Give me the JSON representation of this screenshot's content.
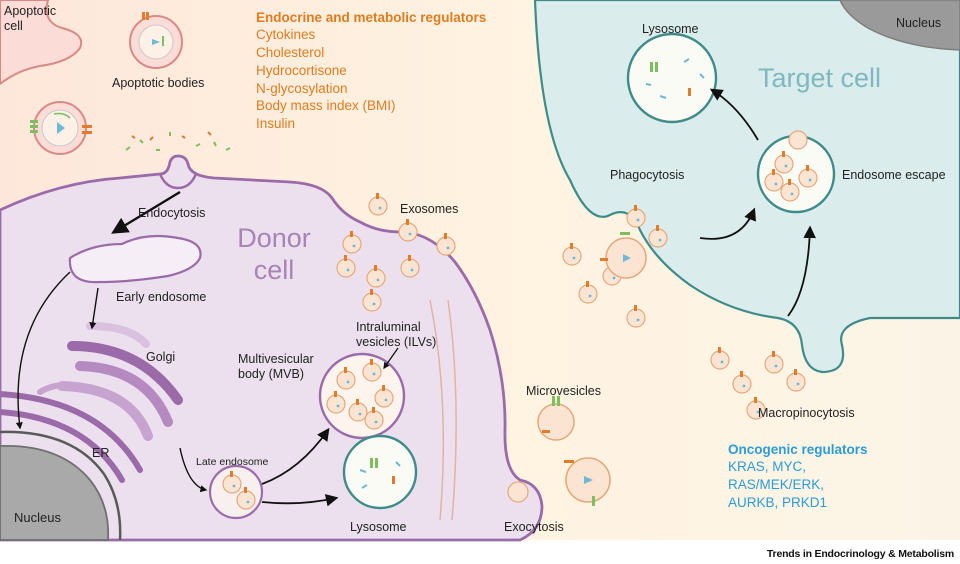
{
  "labels": {
    "apoptotic_cell": "Apoptotic\ncell",
    "apoptotic_bodies": "Apoptotic bodies",
    "endocytosis": "Endocytosis",
    "donor_cell": "Donor\ncell",
    "exosomes": "Exosomes",
    "early_endosome": "Early endosome",
    "golgi": "Golgi",
    "er": "ER",
    "nucleus_donor": "Nucleus",
    "late_endosome": "Late endosome",
    "mvb": "Multivesicular\nbody (MVB)",
    "ilvs": "Intraluminal\nvesicles (ILVs)",
    "lysosome_donor": "Lysosome",
    "microvesicles": "Microvesicles",
    "exocytosis": "Exocytosis",
    "target_cell": "Target cell",
    "nucleus_target": "Nucleus",
    "lysosome_target": "Lysosome",
    "phagocytosis": "Phagocytosis",
    "endosome_escape": "Endosome escape",
    "macropinocytosis": "Macropinocytosis"
  },
  "endocrine": {
    "title": "Endocrine and metabolic regulators",
    "items": [
      "Cytokines",
      "Cholesterol",
      "Hydrocortisone",
      "N-glycosylation",
      "Body mass index (BMI)",
      "Insulin"
    ]
  },
  "oncogenic": {
    "title": "Oncogenic regulators",
    "items": [
      "KRAS, MYC,",
      "RAS/MEK/ERK,",
      "AURKB, PRKD1"
    ]
  },
  "footer": {
    "journal": "Trends in Endocrinology & Metabolism"
  },
  "colors": {
    "endocrine_text": "#e07c1e",
    "oncogenic_text": "#2c9bd6",
    "donor_membrane": "#9b6aa8",
    "target_membrane": "#3d8c8a",
    "target_cell_label": "#7fb8c0",
    "donor_cell_label": "#a784b5"
  }
}
